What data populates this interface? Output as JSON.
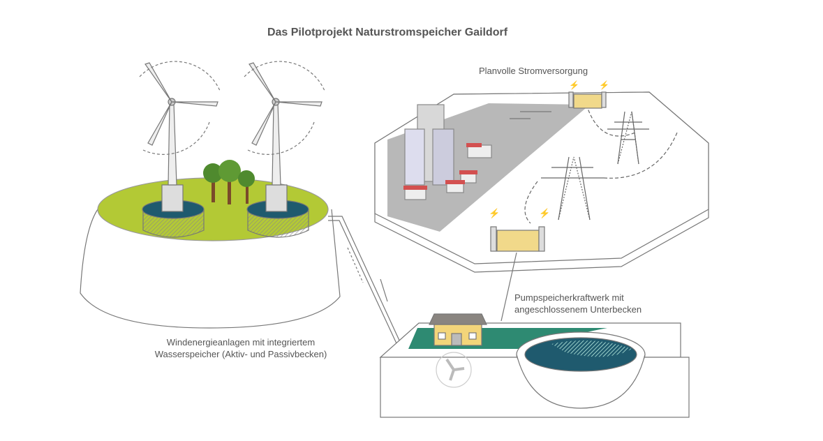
{
  "title": "Das Pilotprojekt Naturstromspeicher Gaildorf",
  "labels": {
    "grid": "Planvolle Stromversorgung",
    "pump_line1": "Pumpspeicherkraftwerk mit",
    "pump_line2": "angeschlossenem Unterbecken",
    "wind_line1": "Windenergieanlagen mit integriertem",
    "wind_line2": "Wasserspeicher (Aktiv- und Passivbecken)"
  },
  "colors": {
    "grass": "#b3c935",
    "water": "#1f5a6e",
    "strip": "#2e8a72",
    "city": "#b8b8b8",
    "transformer": "#f1d98a",
    "house_wall": "#f3d57a",
    "roof": "#8a8580",
    "outline": "#777777"
  }
}
